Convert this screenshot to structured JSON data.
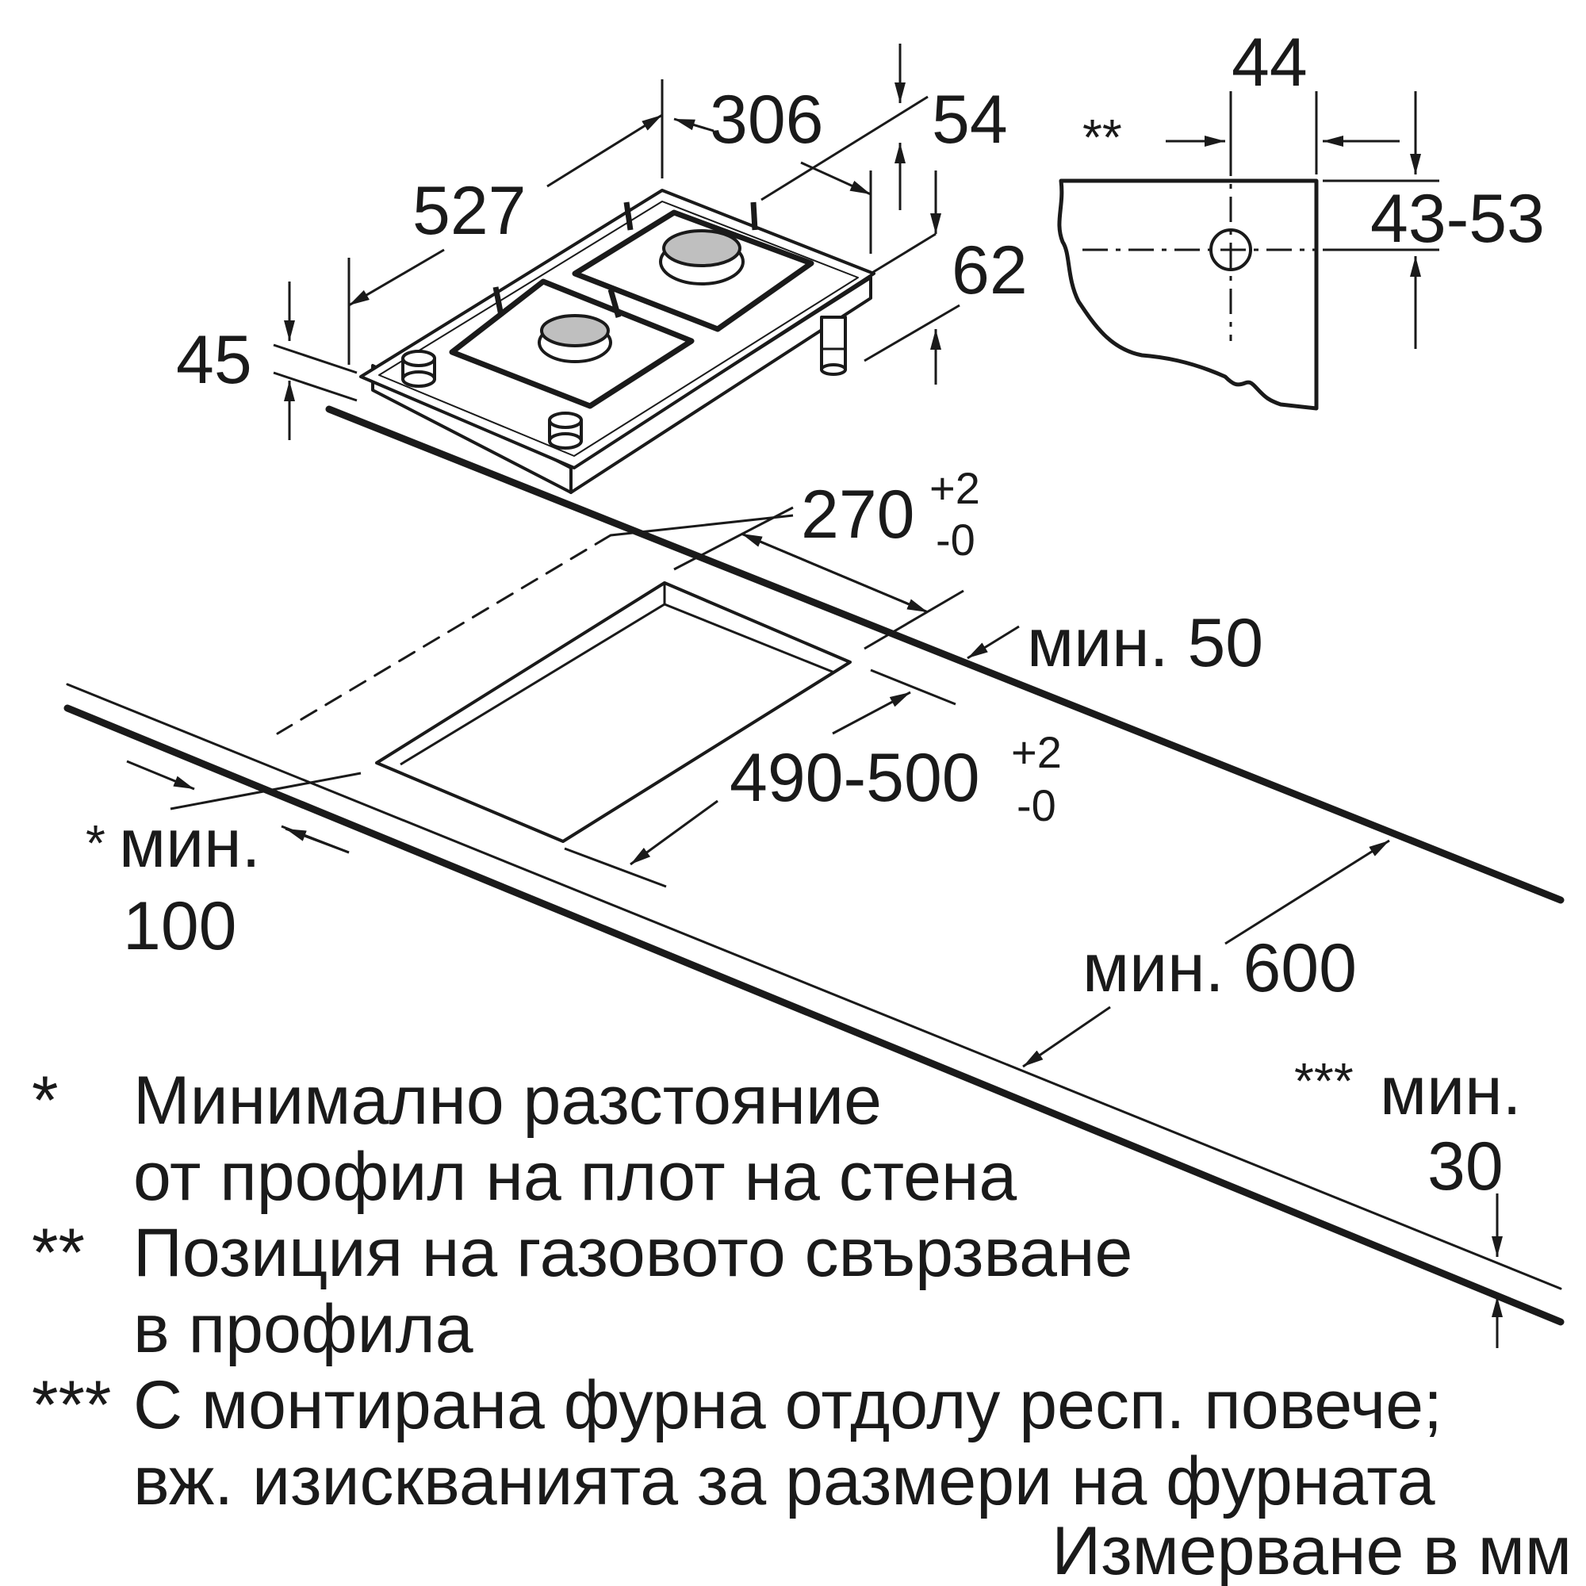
{
  "dimensions": {
    "width_total": "527",
    "depth_total": "306",
    "height_54": "54",
    "height_62": "62",
    "height_45": "45",
    "profile_44": "44",
    "profile_43_53": "43-53",
    "profile_marker": "**",
    "cutout_width": "270",
    "cutout_width_tol_upper": "+2",
    "cutout_width_tol_lower": "-0",
    "cutout_length": "490-500",
    "cutout_length_tol_upper": "+2",
    "cutout_length_tol_lower": "-0",
    "min_50": "мин. 50",
    "min_100_marker": "*",
    "min_100_label": "мин.",
    "min_100_value": "100",
    "min_600": "мин. 600",
    "min_30_marker": "***",
    "min_30_label": "мин.",
    "min_30_value": "30"
  },
  "notes": [
    {
      "marker": "*",
      "lines": [
        "Минимално разстояние",
        "от профил на плот на стена"
      ]
    },
    {
      "marker": "**",
      "lines": [
        "Позиция на газовото свързване",
        "в профила"
      ]
    },
    {
      "marker": "***",
      "lines": [
        "С монтирана фурна отдолу респ. повече;",
        "вж. изискванията за размери на фурната"
      ]
    }
  ],
  "units_note": "Измерване в мм"
}
